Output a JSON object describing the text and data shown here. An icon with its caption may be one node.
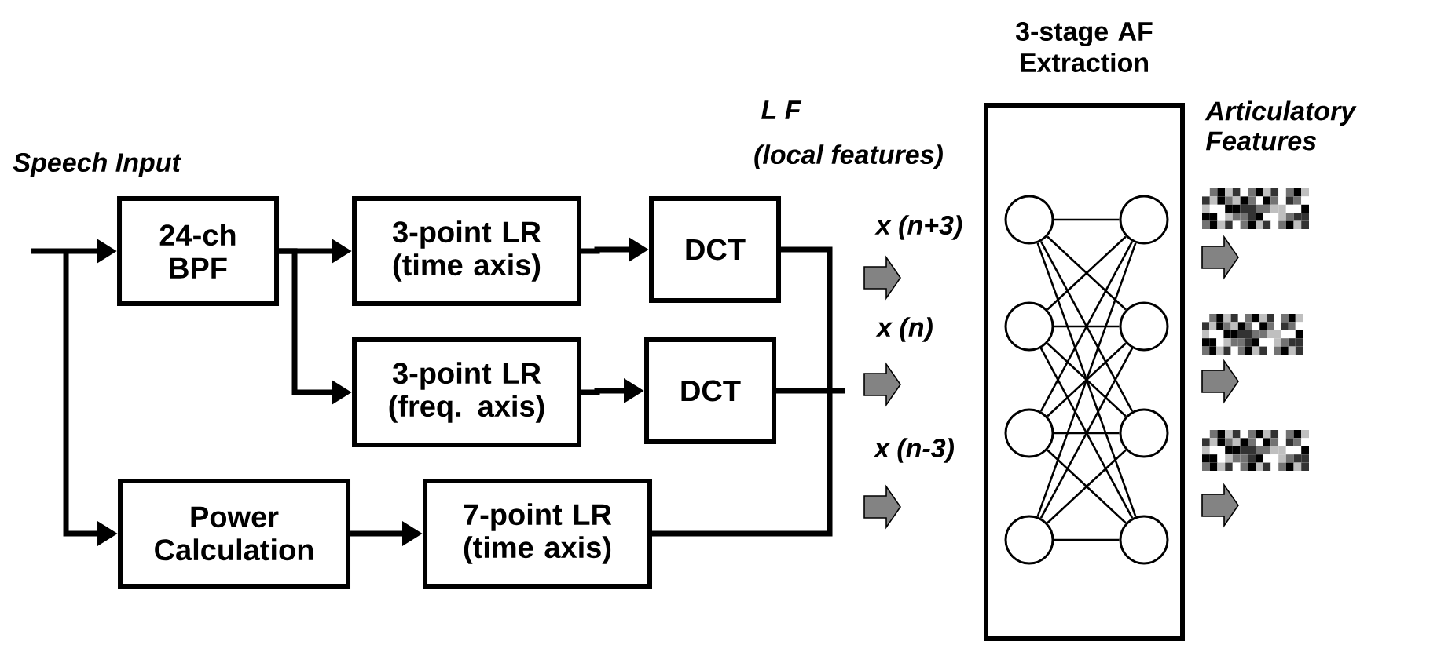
{
  "diagram": {
    "nodes": [
      {
        "text": [
          "24-ch BPF"
        ]
      },
      {
        "text": [
          "3-point LR (time axis)"
        ]
      },
      {
        "text": [
          "DCT"
        ]
      },
      {
        "text": [
          "3-point LR (freq. axis)"
        ]
      },
      {
        "text": [
          "DCT"
        ]
      },
      {
        "text": [
          "Power Calculation"
        ]
      },
      {
        "text": [
          "7-point LR (time axis)"
        ]
      },
      {
        "text": [
          "3-stage AF Extraction"
        ]
      },
      {
        "text": [],
        "shape": "circle",
        "in": 7
      },
      {
        "text": [],
        "shape": "circle",
        "in": 7
      },
      {
        "text": [],
        "shape": "circle",
        "in": 7
      },
      {
        "text": [],
        "shape": "circle",
        "in": 7
      },
      {
        "text": [],
        "shape": "circle",
        "in": 7
      },
      {
        "text": [],
        "shape": "circle",
        "in": 7
      },
      {
        "text": [],
        "shape": "circle",
        "in": 7
      },
      {
        "text": [],
        "shape": "circle",
        "in": 7
      }
    ],
    "edges": [
      {
        "from": null,
        "to": 0,
        "arrow": "to",
        "style": "thick"
      },
      {
        "from": null,
        "to": 5,
        "arrow": "to",
        "style": "thick"
      },
      {
        "from": 0,
        "to": 1,
        "arrow": "to",
        "style": "thick"
      },
      {
        "from": 0,
        "to": 3,
        "arrow": "to",
        "style": "thick"
      },
      {
        "from": 1,
        "to": 2,
        "arrow": "to",
        "style": "thick"
      },
      {
        "from": 3,
        "to": 4,
        "arrow": "to",
        "style": "thick"
      },
      {
        "from": 5,
        "to": 6,
        "arrow": "to",
        "style": "thick"
      },
      {
        "from": 2,
        "to": null,
        "arrow": "none",
        "style": "thick"
      },
      {
        "from": 4,
        "to": null,
        "arrow": "none",
        "style": "thick"
      },
      {
        "from": 6,
        "to": null,
        "arrow": "none",
        "style": "thick"
      },
      {
        "from": 8,
        "to": 12,
        "arrow": "none"
      },
      {
        "from": 8,
        "to": 13,
        "arrow": "none"
      },
      {
        "from": 8,
        "to": 14,
        "arrow": "none"
      },
      {
        "from": 8,
        "to": 15,
        "arrow": "none"
      },
      {
        "from": 9,
        "to": 12,
        "arrow": "none"
      },
      {
        "from": 9,
        "to": 13,
        "arrow": "none"
      },
      {
        "from": 9,
        "to": 14,
        "arrow": "none"
      },
      {
        "from": 9,
        "to": 15,
        "arrow": "none"
      },
      {
        "from": 10,
        "to": 12,
        "arrow": "none"
      },
      {
        "from": 10,
        "to": 13,
        "arrow": "none"
      },
      {
        "from": 10,
        "to": 14,
        "arrow": "none"
      },
      {
        "from": 10,
        "to": 15,
        "arrow": "none"
      },
      {
        "from": 11,
        "to": 12,
        "arrow": "none"
      },
      {
        "from": 11,
        "to": 13,
        "arrow": "none"
      },
      {
        "from": 11,
        "to": 14,
        "arrow": "none"
      },
      {
        "from": 11,
        "to": 15,
        "arrow": "none"
      }
    ],
    "labels": [
      "Speech Input",
      "L F",
      "(local features)",
      "Articulatory Features",
      "x (n+3)",
      "x (n)",
      "x (n-3)"
    ]
  }
}
